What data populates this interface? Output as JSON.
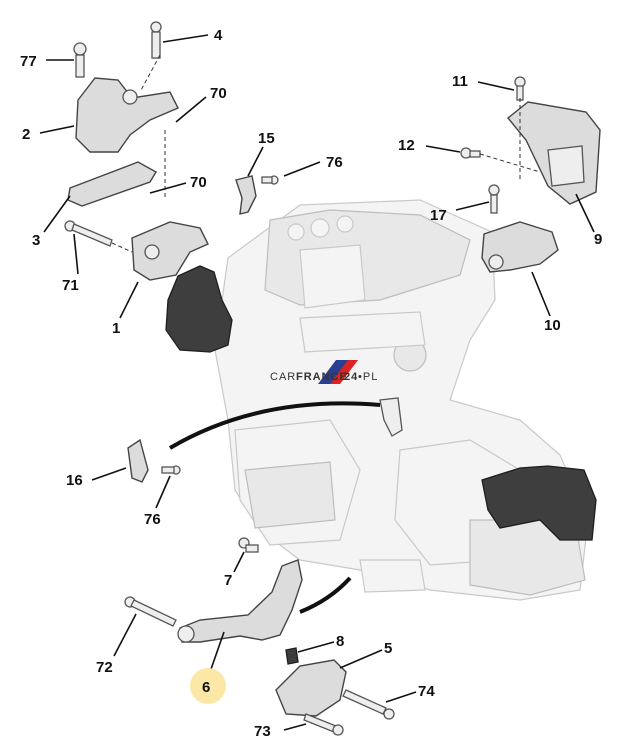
{
  "callouts": [
    "77",
    "4",
    "2",
    "70",
    "70",
    "3",
    "15",
    "76",
    "71",
    "1",
    "11",
    "12",
    "17",
    "9",
    "10",
    "16",
    "76",
    "7",
    "72",
    "6",
    "8",
    "5",
    "74",
    "73"
  ],
  "watermark": {
    "prefix": "CAR",
    "brand": "FRANCE",
    "num": "24",
    "suffix": "•PL"
  },
  "colors": {
    "highlight": "#fbe7a6",
    "ink": "#111111",
    "engine_line": "#c9c9c9"
  }
}
